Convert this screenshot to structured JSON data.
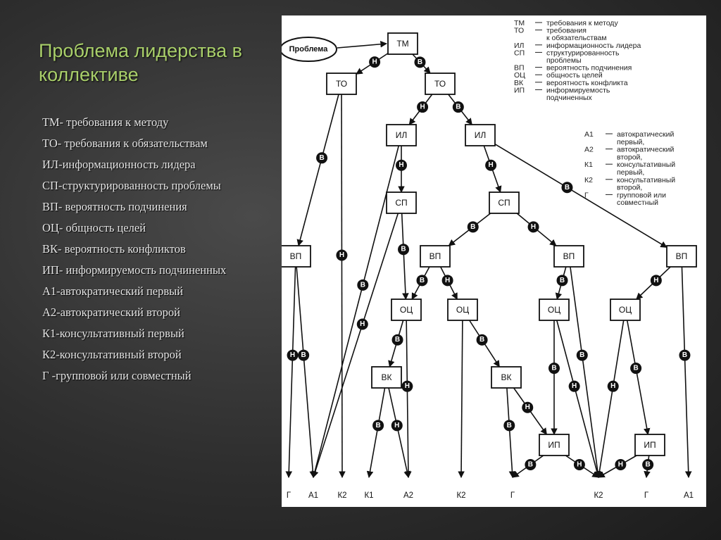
{
  "slide": {
    "title": "Проблема лидерства в коллективе",
    "items": [
      "ТМ- требования к методу",
      "ТО- требования к обязательствам",
      "ИЛ-информационность лидера",
      "СП-структурированность проблемы",
      "ВП- вероятность подчинения",
      "ОЦ- общность целей",
      "ВК- вероятность конфликтов",
      "ИП- информируемость подчиненных",
      "А1-автократический первый",
      "А2-автократический второй",
      "К1-консультативный первый",
      "К2-консультативный второй",
      "Г -групповой или совместный"
    ]
  },
  "diagram": {
    "problem_label": "Проблема",
    "legend_top": [
      [
        "ТМ",
        "требования к методу"
      ],
      [
        "ТО",
        "требования"
      ],
      [
        "",
        "к обязательствам"
      ],
      [
        "ИЛ",
        "информационность лидера"
      ],
      [
        "СП",
        "структурированность"
      ],
      [
        "",
        "проблемы"
      ],
      [
        "ВП",
        "вероятность подчинения"
      ],
      [
        "ОЦ",
        "общность целей"
      ],
      [
        "ВК",
        "вероятность конфликта"
      ],
      [
        "ИП",
        "информируемость"
      ],
      [
        "",
        "подчиненных"
      ]
    ],
    "legend_bottom": [
      [
        "А1",
        "автократический"
      ],
      [
        "",
        "первый,"
      ],
      [
        "А2",
        "автократический"
      ],
      [
        "",
        "второй,"
      ],
      [
        "К1",
        "консультативный"
      ],
      [
        "",
        "первый,"
      ],
      [
        "К2",
        "консультативный"
      ],
      [
        "",
        "второй,"
      ],
      [
        "Г",
        "групповой или"
      ],
      [
        "",
        "совместный"
      ]
    ],
    "nodes": [
      {
        "id": "TM",
        "label": "ТМ"
      },
      {
        "id": "TO1",
        "label": "ТО"
      },
      {
        "id": "TO2",
        "label": "ТО"
      },
      {
        "id": "IL1",
        "label": "ИЛ"
      },
      {
        "id": "IL2",
        "label": "ИЛ"
      },
      {
        "id": "SP1",
        "label": "СП"
      },
      {
        "id": "SP2",
        "label": "СП"
      },
      {
        "id": "VP1",
        "label": "ВП"
      },
      {
        "id": "VP2",
        "label": "ВП"
      },
      {
        "id": "VP3",
        "label": "ВП"
      },
      {
        "id": "VP4",
        "label": "ВП"
      },
      {
        "id": "OC1",
        "label": "ОЦ"
      },
      {
        "id": "OC2",
        "label": "ОЦ"
      },
      {
        "id": "OC3",
        "label": "ОЦ"
      },
      {
        "id": "OC4",
        "label": "ОЦ"
      },
      {
        "id": "VK1",
        "label": "ВК"
      },
      {
        "id": "VK2",
        "label": "ВК"
      },
      {
        "id": "IP1",
        "label": "ИП"
      },
      {
        "id": "IP2",
        "label": "ИП"
      }
    ],
    "edges": [
      {
        "from": "TM",
        "to": "TO1",
        "label": "Н"
      },
      {
        "from": "TM",
        "to": "TO2",
        "label": "В"
      },
      {
        "from": "TO1",
        "to": "VP1",
        "label": "В"
      },
      {
        "from": "TO1",
        "to": "out2",
        "label": "Н"
      },
      {
        "from": "TO2",
        "to": "IL1",
        "label": "Н"
      },
      {
        "from": "TO2",
        "to": "IL2",
        "label": "В"
      },
      {
        "from": "IL1",
        "to": "SP1",
        "label": "Н"
      },
      {
        "from": "IL1",
        "to": "out1",
        "label": "В"
      },
      {
        "from": "IL2",
        "to": "SP2",
        "label": "Н"
      },
      {
        "from": "IL2",
        "to": "VP4",
        "label": "В"
      },
      {
        "from": "SP1",
        "to": "out1",
        "label": "Н"
      },
      {
        "from": "SP1",
        "to": "OC1",
        "label": "В"
      },
      {
        "from": "SP2",
        "to": "VP2",
        "label": "В"
      },
      {
        "from": "SP2",
        "to": "VP3",
        "label": "Н"
      },
      {
        "from": "VP1",
        "to": "out0",
        "label": "Н"
      },
      {
        "from": "VP1",
        "to": "out1",
        "label": "В"
      },
      {
        "from": "VP2",
        "to": "OC1",
        "label": "В"
      },
      {
        "from": "VP2",
        "to": "OC2",
        "label": "Н"
      },
      {
        "from": "VP3",
        "to": "OC3",
        "label": "В"
      },
      {
        "from": "VP3",
        "to": "out8",
        "label": "В"
      },
      {
        "from": "VP4",
        "to": "OC4",
        "label": "Н"
      },
      {
        "from": "VP4",
        "to": "out10",
        "label": "В"
      },
      {
        "from": "OC1",
        "to": "VK1",
        "label": "В"
      },
      {
        "from": "OC1",
        "to": "out4",
        "label": "Н"
      },
      {
        "from": "OC2",
        "to": "out5",
        "label": ""
      },
      {
        "from": "OC2",
        "to": "VK2",
        "label": "В"
      },
      {
        "from": "OC3",
        "to": "IP1",
        "label": "В"
      },
      {
        "from": "OC3",
        "to": "out8",
        "label": "Н"
      },
      {
        "from": "OC4",
        "to": "out8",
        "label": "Н"
      },
      {
        "from": "OC4",
        "to": "IP2",
        "label": "В"
      },
      {
        "from": "VK1",
        "to": "out3",
        "label": "В"
      },
      {
        "from": "VK1",
        "to": "out4",
        "label": "Н"
      },
      {
        "from": "VK2",
        "to": "out6",
        "label": "В"
      },
      {
        "from": "VK2",
        "to": "IP1",
        "label": "Н"
      },
      {
        "from": "IP1",
        "to": "out6",
        "label": "В"
      },
      {
        "from": "IP1",
        "to": "out8",
        "label": "Н"
      },
      {
        "from": "IP2",
        "to": "out8",
        "label": "Н"
      },
      {
        "from": "IP2",
        "to": "out9",
        "label": "В"
      }
    ],
    "outcomes": [
      "Г",
      "А1",
      "К2",
      "К1",
      "А2",
      "К2",
      "Г",
      "",
      "К2",
      "Г",
      "А1"
    ]
  }
}
